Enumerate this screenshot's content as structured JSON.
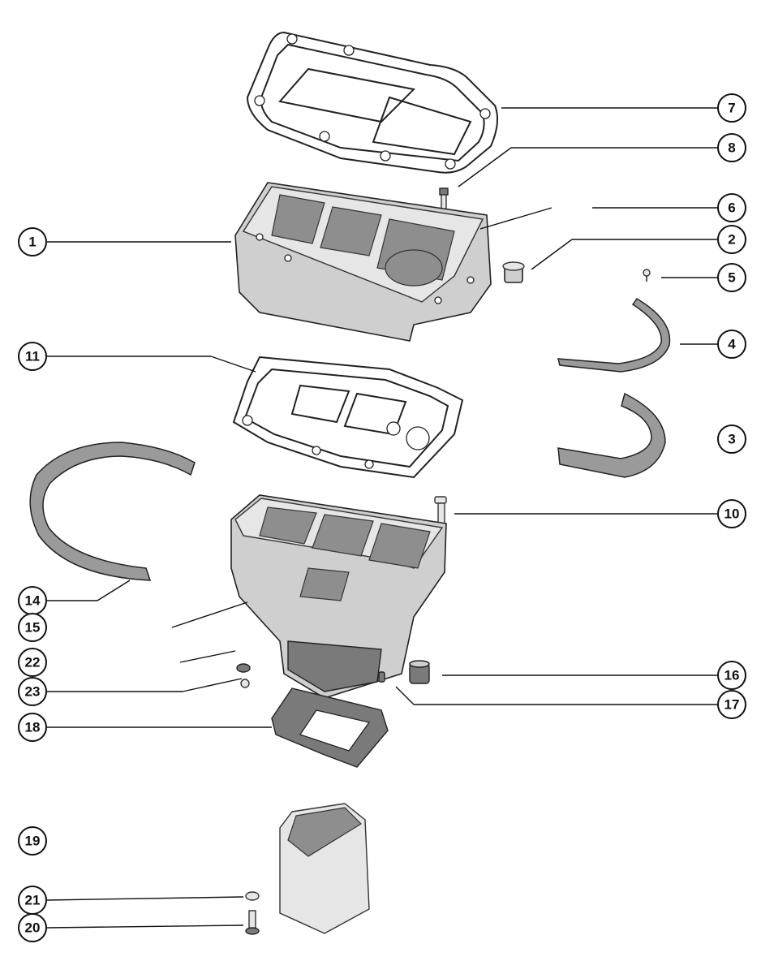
{
  "diagram": {
    "callouts": [
      {
        "id": "c1",
        "label": "1"
      },
      {
        "id": "c2",
        "label": "2"
      },
      {
        "id": "c3",
        "label": "3"
      },
      {
        "id": "c4",
        "label": "4"
      },
      {
        "id": "c5",
        "label": "5"
      },
      {
        "id": "c6",
        "label": "6"
      },
      {
        "id": "c7",
        "label": "7"
      },
      {
        "id": "c8",
        "label": "8"
      },
      {
        "id": "c10",
        "label": "10"
      },
      {
        "id": "c11",
        "label": "11"
      },
      {
        "id": "c14",
        "label": "14"
      },
      {
        "id": "c15",
        "label": "15"
      },
      {
        "id": "c16",
        "label": "16"
      },
      {
        "id": "c17",
        "label": "17"
      },
      {
        "id": "c18",
        "label": "18"
      },
      {
        "id": "c19",
        "label": "19"
      },
      {
        "id": "c20",
        "label": "20"
      },
      {
        "id": "c21",
        "label": "21"
      },
      {
        "id": "c22",
        "label": "22"
      },
      {
        "id": "c23",
        "label": "23"
      }
    ]
  }
}
